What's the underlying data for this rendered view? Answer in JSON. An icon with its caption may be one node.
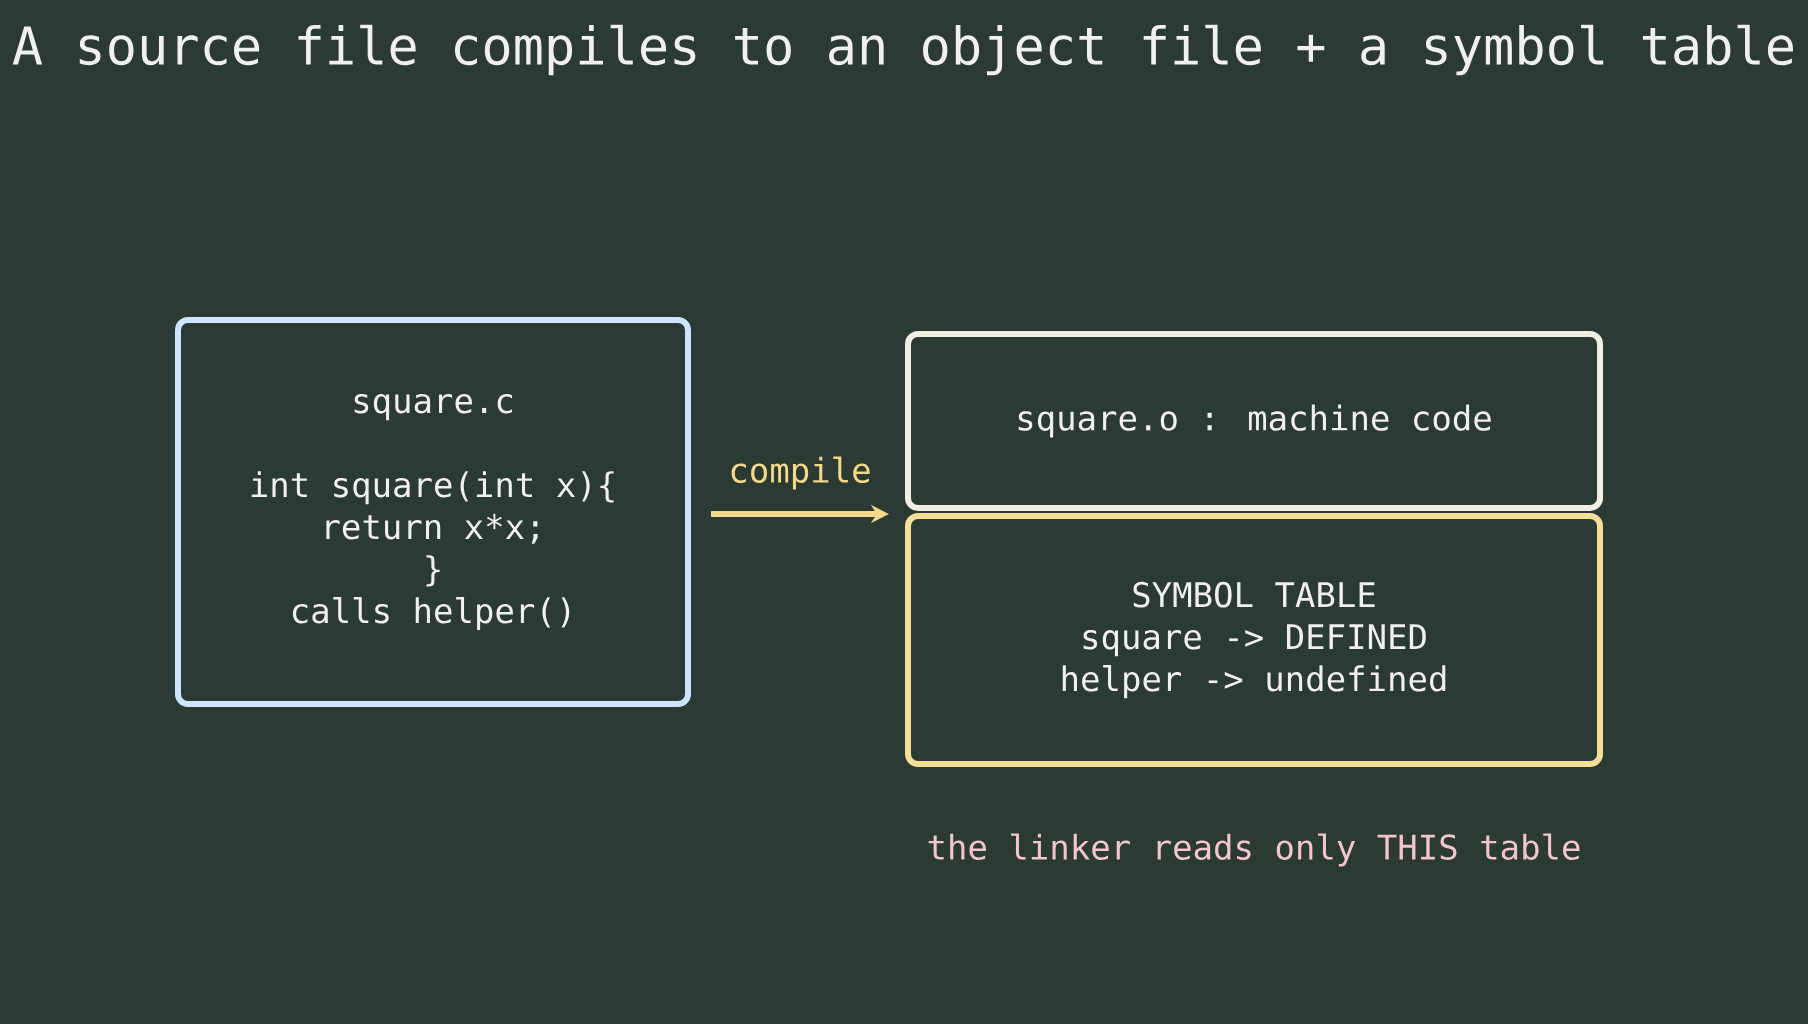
{
  "diagram": {
    "title": "A source file compiles to an object file + a symbol table",
    "nodes": [
      {
        "text": [
          "square.c",
          "int square(int x){",
          "return x*x;",
          "}",
          "calls helper()"
        ]
      },
      {
        "text": [
          "square.o : machine code"
        ]
      },
      {
        "text": [
          "SYMBOL TABLE",
          "square  -> DEFINED",
          "helper  -> undefined"
        ]
      }
    ],
    "edges": [
      {
        "from": 0,
        "to": 2,
        "arrow": "to",
        "label": "compile"
      }
    ],
    "labels": [
      "the linker reads only THIS table"
    ]
  }
}
